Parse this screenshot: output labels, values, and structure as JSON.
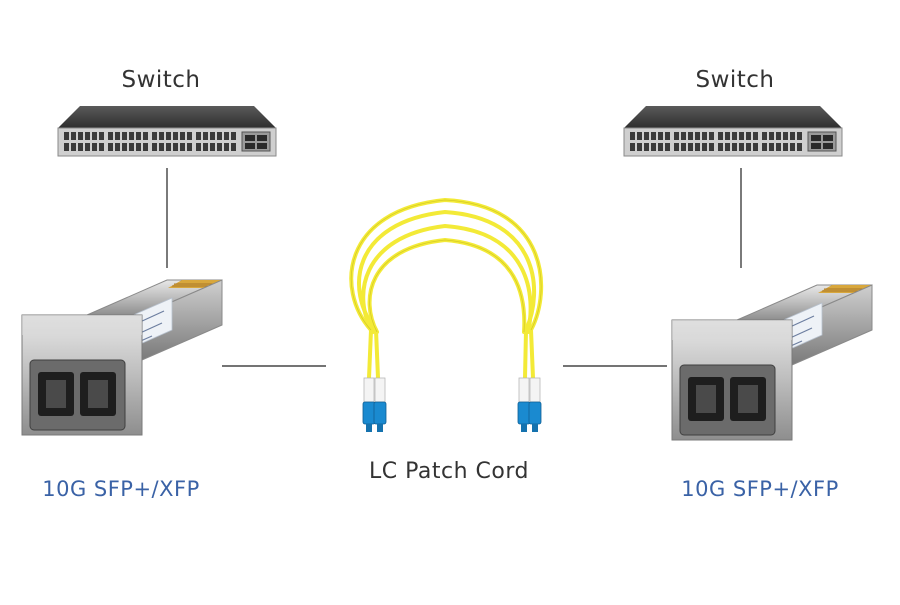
{
  "diagram": {
    "left_switch": {
      "label": "Switch",
      "icon": "network-switch-icon"
    },
    "right_switch": {
      "label": "Switch",
      "icon": "network-switch-icon"
    },
    "left_module": {
      "label": "10G SFP+/XFP",
      "icon": "sfp-transceiver-icon"
    },
    "right_module": {
      "label": "10G SFP+/XFP",
      "icon": "sfp-transceiver-icon"
    },
    "cord": {
      "label": "LC Patch Cord",
      "icon": "lc-fiber-patch-cord-icon"
    }
  },
  "colors": {
    "module_label": "#3a62a6",
    "cable": "#f3ea37",
    "connector": "#1a8ad0",
    "line": "#222222",
    "switch_body": "#3a3a3a"
  }
}
